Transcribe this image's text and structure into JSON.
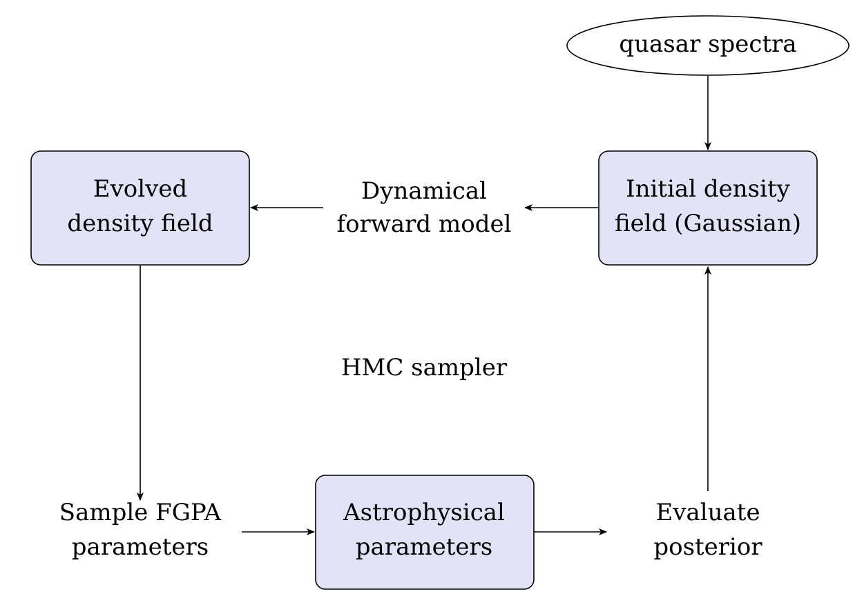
{
  "colors": {
    "box_fill": "#e3e3f8",
    "line": "#000000",
    "ellipse_fill": "#ffffff"
  },
  "nodes": {
    "quasar_spectra": {
      "shape": "ellipse",
      "lines": [
        "quasar spectra"
      ]
    },
    "initial_density": {
      "shape": "box",
      "lines": [
        "Initial density",
        "field (Gaussian)"
      ]
    },
    "dynamical_model": {
      "shape": "text",
      "lines": [
        "Dynamical",
        "forward model"
      ]
    },
    "evolved_density": {
      "shape": "box",
      "lines": [
        "Evolved",
        "density field"
      ]
    },
    "hmc_sampler": {
      "shape": "text",
      "lines": [
        "HMC sampler"
      ]
    },
    "sample_fgpa": {
      "shape": "text",
      "lines": [
        "Sample FGPA",
        "parameters"
      ]
    },
    "astrophysical": {
      "shape": "box",
      "lines": [
        "Astrophysical",
        "parameters"
      ]
    },
    "evaluate_posterior": {
      "shape": "text",
      "lines": [
        "Evaluate",
        "posterior"
      ]
    }
  },
  "edges": [
    {
      "from": "quasar_spectra",
      "to": "initial_density"
    },
    {
      "from": "initial_density",
      "to": "dynamical_model"
    },
    {
      "from": "dynamical_model",
      "to": "evolved_density"
    },
    {
      "from": "evolved_density",
      "to": "sample_fgpa"
    },
    {
      "from": "sample_fgpa",
      "to": "astrophysical"
    },
    {
      "from": "astrophysical",
      "to": "evaluate_posterior"
    },
    {
      "from": "evaluate_posterior",
      "to": "initial_density"
    }
  ]
}
